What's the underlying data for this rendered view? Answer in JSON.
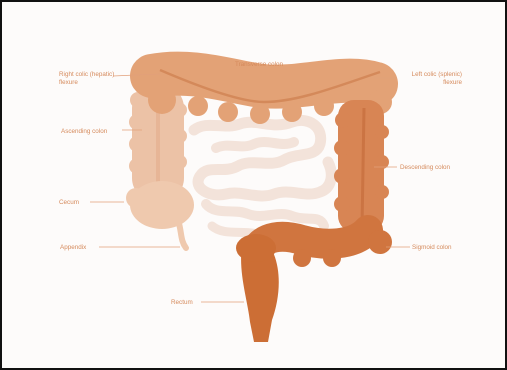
{
  "diagram": {
    "labels": {
      "transverse_colon": "Transverse colon",
      "right_colic_flexure_line1": "Right colic (hepatic)",
      "right_colic_flexure_line2": "flexure",
      "left_colic_flexure_line1": "Left colic (splenic)",
      "left_colic_flexure_line2": "flexure",
      "ascending_colon": "Ascending colon",
      "descending_colon": "Descending colon",
      "cecum": "Cecum",
      "appendix": "Appendix",
      "sigmoid_colon": "Sigmoid colon",
      "rectum": "Rectum"
    },
    "colors": {
      "background": "#fdfbfa",
      "small_intestine": "#f3e3da",
      "ascending_colon": "#ecc2a6",
      "cecum": "#efc9ae",
      "transverse_colon": "#e3a276",
      "descending_colon": "#d88554",
      "sigmoid_colon": "#d0753f",
      "rectum": "#cc6e35",
      "label_text": "#d58a5c"
    }
  }
}
